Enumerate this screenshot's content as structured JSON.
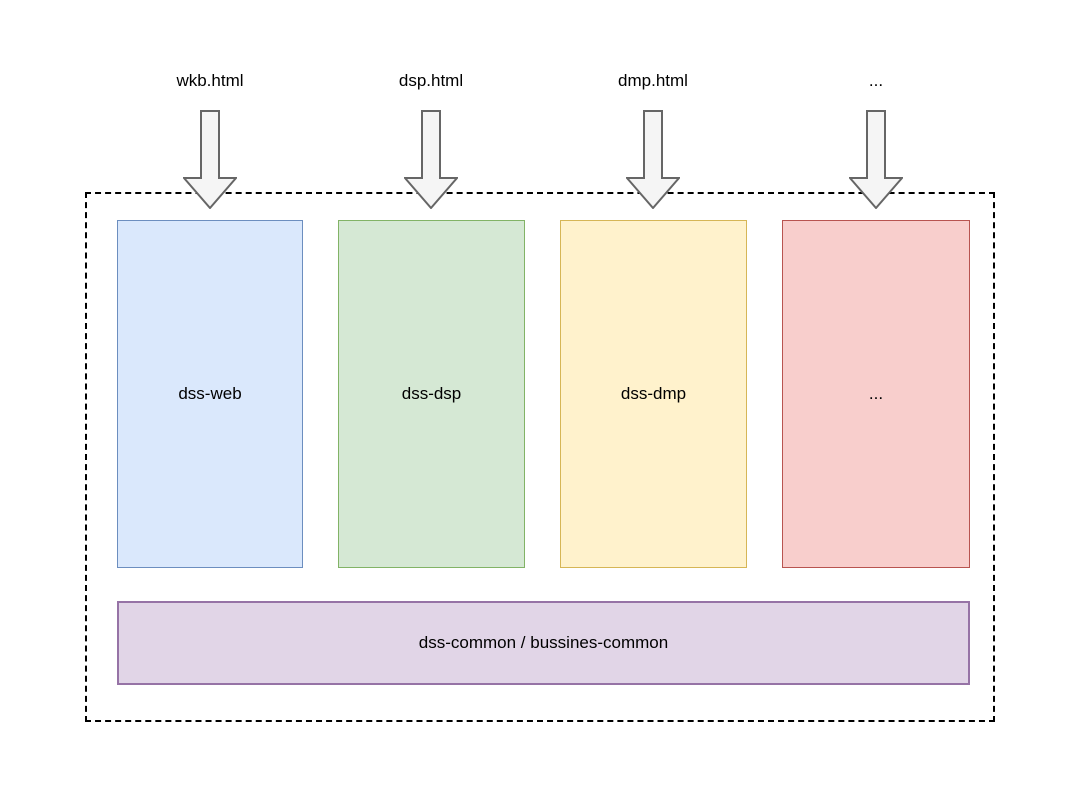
{
  "diagram": {
    "inputs": [
      {
        "label": "wkb.html"
      },
      {
        "label": "dsp.html"
      },
      {
        "label": "dmp.html"
      },
      {
        "label": "..."
      }
    ],
    "arrow_style": {
      "fill": "#f5f5f5",
      "stroke": "#666666"
    },
    "modules": [
      {
        "label": "dss-web",
        "fill": "#dae8fc",
        "stroke": "#6c8ebf"
      },
      {
        "label": "dss-dsp",
        "fill": "#d5e8d4",
        "stroke": "#82b366"
      },
      {
        "label": "dss-dmp",
        "fill": "#fff2cc",
        "stroke": "#d6b656"
      },
      {
        "label": "...",
        "fill": "#f8cecc",
        "stroke": "#b85450"
      }
    ],
    "common_module": {
      "label": "dss-common / bussines-common",
      "fill": "#e1d5e7",
      "stroke": "#9673a6"
    },
    "boundary_color": "#000000"
  }
}
